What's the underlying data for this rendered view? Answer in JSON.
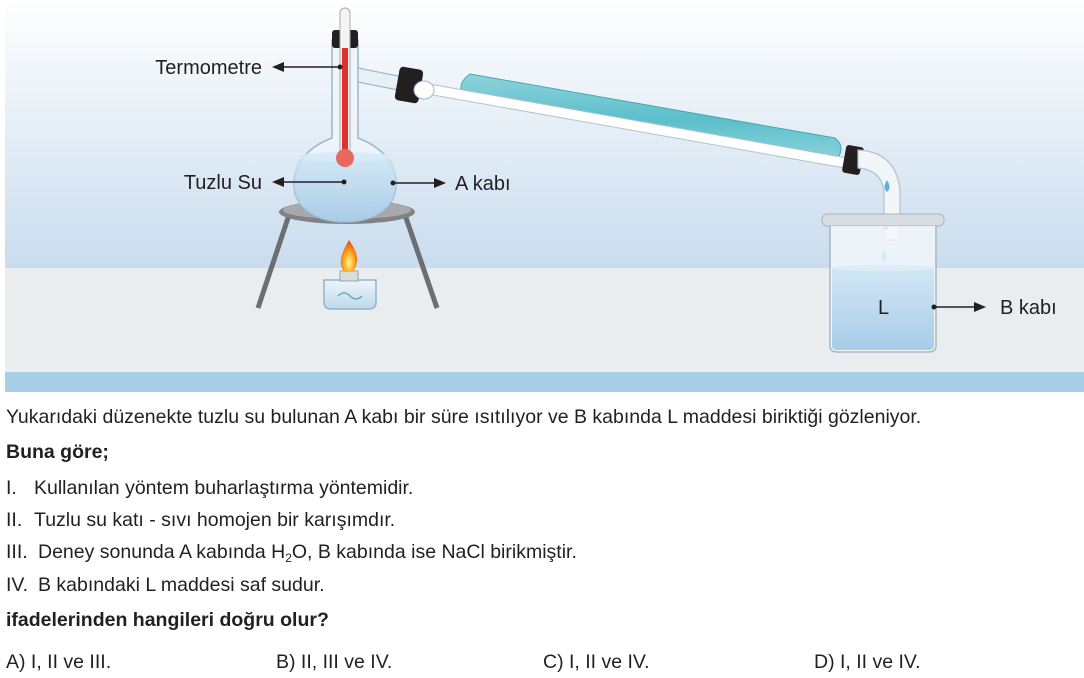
{
  "diagram": {
    "labels": {
      "thermometer": "Termometre",
      "salt_water": "Tuzlu Su",
      "container_a": "A kabı",
      "substance_l": "L",
      "container_b": "B kabı"
    }
  },
  "question": {
    "intro": "Yukarıdaki düzenekte tuzlu su bulunan A kabı bir süre ısıtılıyor ve B kabında L maddesi biriktiği gözleniyor.",
    "lead": "Buna göre;",
    "statements": [
      {
        "num": "I.",
        "text": "Kullanılan yöntem buharlaştırma yöntemidir."
      },
      {
        "num": "II.",
        "text": "Tuzlu su katı - sıvı homojen bir karışımdır."
      },
      {
        "num": "III.",
        "pre": "Deney sonunda A kabında H",
        "sub": "2",
        "post": "O, B kabında ise NaCl birikmiştir."
      },
      {
        "num": "IV.",
        "text": "B kabındaki L maddesi saf sudur."
      }
    ],
    "prompt": "ifadelerinden hangileri doğru olur?",
    "options": [
      {
        "text": "A) I, II ve III."
      },
      {
        "text": "B) II, III ve IV."
      },
      {
        "text": "C) I, II ve IV."
      },
      {
        "text": "D) I, II ve IV."
      }
    ]
  }
}
